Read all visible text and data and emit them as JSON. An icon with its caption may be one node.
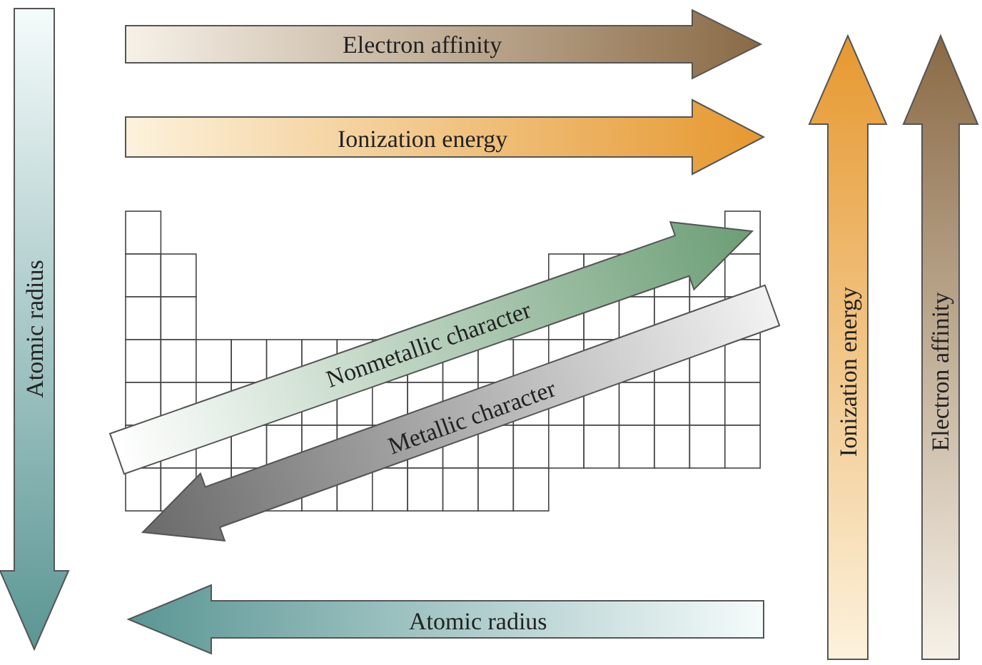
{
  "diagram": {
    "labels": [
      "Electron affinity",
      "Ionization energy",
      "Atomic radius",
      "Nonmetallic character",
      "Metallic character",
      "Ionization energy",
      "Electron affinity",
      "Atomic radius"
    ]
  }
}
